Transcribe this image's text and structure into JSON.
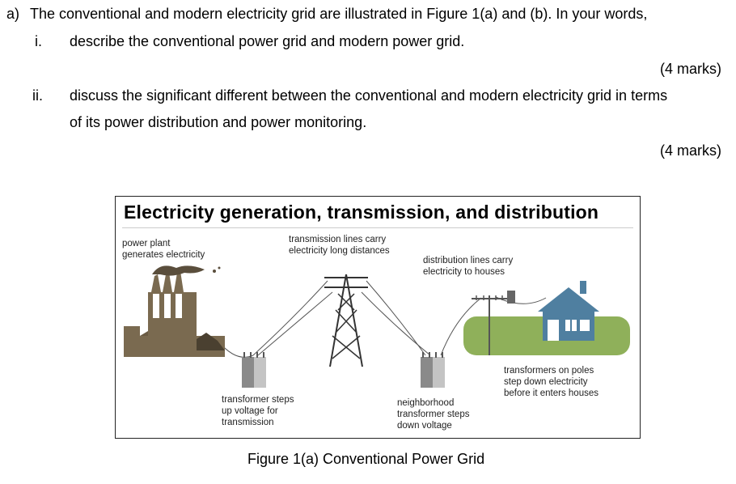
{
  "question": {
    "part_label": "a)",
    "intro": "The conventional and modern electricity grid are illustrated in Figure 1(a) and (b). In your words,",
    "items": [
      {
        "num": "i.",
        "text_lines": [
          "describe the conventional power grid and modern power grid."
        ],
        "marks": "(4 marks)"
      },
      {
        "num": "ii.",
        "text_lines": [
          "discuss the significant different between the conventional and modern electricity grid in terms",
          "of its power distribution and power monitoring."
        ],
        "marks": "(4 marks)"
      }
    ]
  },
  "figure": {
    "title": "Electricity generation, transmission, and distribution",
    "labels": {
      "power_plant": [
        "power plant",
        "generates electricity"
      ],
      "transmission_lines": [
        "transmission lines carry",
        "electricity long distances"
      ],
      "distribution_lines": [
        "distribution lines carry",
        "electricity to houses"
      ],
      "step_up": [
        "transformer steps",
        "up voltage for",
        "transmission"
      ],
      "neighborhood": [
        "neighborhood",
        "transformer steps",
        "down voltage"
      ],
      "pole_transformers": [
        "transformers on poles",
        "step down electricity",
        "before it enters houses"
      ]
    },
    "colors": {
      "plant": "#7a6a50",
      "house": "#4f7fa0",
      "grass": "#8fb05a",
      "transformer": "#8a8a8a"
    },
    "caption": "Figure 1(a) Conventional Power Grid"
  }
}
